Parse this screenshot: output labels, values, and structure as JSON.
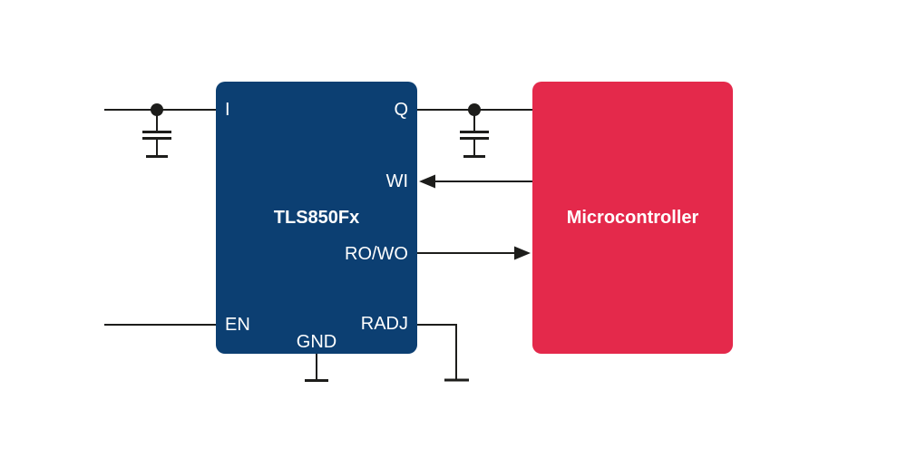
{
  "diagram": {
    "regulator": {
      "label": "TLS850Fx",
      "pins": {
        "input": "I",
        "output": "Q",
        "wi": "WI",
        "rowo": "RO/WO",
        "en": "EN",
        "gnd": "GND",
        "radj": "RADJ"
      }
    },
    "microcontroller": {
      "label": "Microcontroller"
    }
  },
  "colors": {
    "regulator_fill": "#0C3F72",
    "microcontroller_fill": "#E4294B",
    "wire": "#1D1D1B",
    "label_text": "#FFFFFF",
    "page_bg": "#FFFFFF"
  }
}
